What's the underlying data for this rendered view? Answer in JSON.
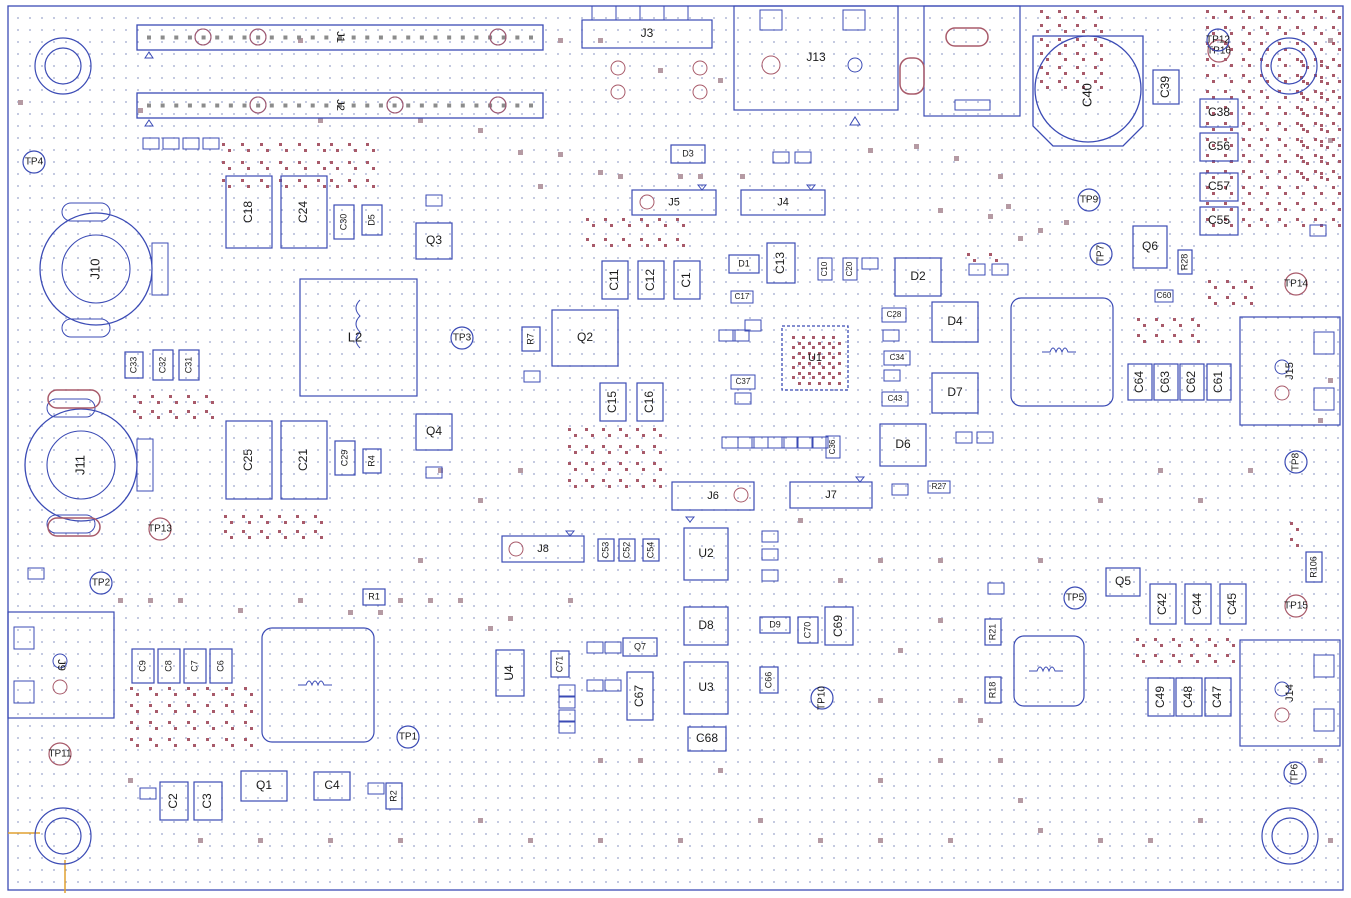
{
  "colors": {
    "outline": "#3b4bb5",
    "pad": "#a85a6a",
    "dot": "#9aa3cc",
    "via": "#b59aa3",
    "corner": "#e0a030",
    "background": "#ffffff"
  },
  "components": [
    {
      "id": "j1",
      "label": "J1"
    },
    {
      "id": "j2",
      "label": "J2"
    },
    {
      "id": "j3",
      "label": "J3"
    },
    {
      "id": "j4",
      "label": "J4"
    },
    {
      "id": "j5",
      "label": "J5"
    },
    {
      "id": "j6",
      "label": "J6"
    },
    {
      "id": "j7",
      "label": "J7"
    },
    {
      "id": "j8",
      "label": "J8"
    },
    {
      "id": "j9",
      "label": "J9"
    },
    {
      "id": "j10",
      "label": "J10"
    },
    {
      "id": "j11",
      "label": "J11"
    },
    {
      "id": "j13",
      "label": "J13"
    },
    {
      "id": "j14",
      "label": "J14"
    },
    {
      "id": "j15",
      "label": "J15"
    },
    {
      "id": "c2",
      "label": "C2"
    },
    {
      "id": "c3",
      "label": "C3"
    },
    {
      "id": "c4",
      "label": "C4"
    },
    {
      "id": "c6",
      "label": "C6"
    },
    {
      "id": "c7",
      "label": "C7"
    },
    {
      "id": "c8",
      "label": "C8"
    },
    {
      "id": "c9",
      "label": "C9"
    },
    {
      "id": "c11",
      "label": "C11"
    },
    {
      "id": "c12",
      "label": "C12"
    },
    {
      "id": "c1",
      "label": "C1"
    },
    {
      "id": "c13",
      "label": "C13"
    },
    {
      "id": "c15",
      "label": "C15"
    },
    {
      "id": "c16",
      "label": "C16"
    },
    {
      "id": "c18",
      "label": "C18"
    },
    {
      "id": "c24",
      "label": "C24"
    },
    {
      "id": "c21",
      "label": "C21"
    },
    {
      "id": "c25",
      "label": "C25"
    },
    {
      "id": "c29",
      "label": "C29"
    },
    {
      "id": "c30",
      "label": "C30"
    },
    {
      "id": "c31",
      "label": "C31"
    },
    {
      "id": "c32",
      "label": "C32"
    },
    {
      "id": "c33",
      "label": "C33"
    },
    {
      "id": "c38",
      "label": "C38"
    },
    {
      "id": "c39",
      "label": "C39"
    },
    {
      "id": "c40",
      "label": "C40"
    },
    {
      "id": "c42",
      "label": "C42"
    },
    {
      "id": "c44",
      "label": "C44"
    },
    {
      "id": "c45",
      "label": "C45"
    },
    {
      "id": "c47",
      "label": "C47"
    },
    {
      "id": "c48",
      "label": "C48"
    },
    {
      "id": "c49",
      "label": "C49"
    },
    {
      "id": "c55",
      "label": "C55"
    },
    {
      "id": "c56",
      "label": "C56"
    },
    {
      "id": "c57",
      "label": "C57"
    },
    {
      "id": "c61",
      "label": "C61"
    },
    {
      "id": "c62",
      "label": "C62"
    },
    {
      "id": "c63",
      "label": "C63"
    },
    {
      "id": "c64",
      "label": "C64"
    },
    {
      "id": "c67",
      "label": "C67"
    },
    {
      "id": "c68",
      "label": "C68"
    },
    {
      "id": "c69",
      "label": "C69"
    },
    {
      "id": "c28",
      "label": "C28"
    },
    {
      "id": "c34",
      "label": "C34"
    },
    {
      "id": "c43",
      "label": "C43"
    },
    {
      "id": "c37",
      "label": "C37"
    },
    {
      "id": "c17",
      "label": "C17"
    },
    {
      "id": "c53",
      "label": "C53"
    },
    {
      "id": "c52",
      "label": "C52"
    },
    {
      "id": "c54",
      "label": "C54"
    },
    {
      "id": "c71",
      "label": "C71"
    },
    {
      "id": "c66",
      "label": "C66"
    },
    {
      "id": "c70",
      "label": "C70"
    },
    {
      "id": "c10",
      "label": "C10"
    },
    {
      "id": "c20",
      "label": "C20"
    },
    {
      "id": "c36",
      "label": "C36"
    },
    {
      "id": "c60",
      "label": "C60"
    },
    {
      "id": "d1",
      "label": "D1"
    },
    {
      "id": "d2",
      "label": "D2"
    },
    {
      "id": "d3",
      "label": "D3"
    },
    {
      "id": "d4",
      "label": "D4"
    },
    {
      "id": "d5",
      "label": "D5"
    },
    {
      "id": "d6",
      "label": "D6"
    },
    {
      "id": "d7",
      "label": "D7"
    },
    {
      "id": "d8",
      "label": "D8"
    },
    {
      "id": "d9",
      "label": "D9"
    },
    {
      "id": "q1",
      "label": "Q1"
    },
    {
      "id": "q2",
      "label": "Q2"
    },
    {
      "id": "q3",
      "label": "Q3"
    },
    {
      "id": "q4",
      "label": "Q4"
    },
    {
      "id": "q5",
      "label": "Q5"
    },
    {
      "id": "q6",
      "label": "Q6"
    },
    {
      "id": "q7",
      "label": "Q7"
    },
    {
      "id": "u1",
      "label": "U1"
    },
    {
      "id": "u2",
      "label": "U2"
    },
    {
      "id": "u3",
      "label": "U3"
    },
    {
      "id": "u4",
      "label": "U4"
    },
    {
      "id": "l2",
      "label": "L2"
    },
    {
      "id": "r1",
      "label": "R1"
    },
    {
      "id": "r2",
      "label": "R2"
    },
    {
      "id": "r4",
      "label": "R4"
    },
    {
      "id": "r7",
      "label": "R7"
    },
    {
      "id": "r18",
      "label": "R18"
    },
    {
      "id": "r21",
      "label": "R21"
    },
    {
      "id": "r27",
      "label": "R27"
    },
    {
      "id": "r28",
      "label": "R28"
    },
    {
      "id": "r106",
      "label": "R106"
    },
    {
      "id": "tp1",
      "label": "TP1"
    },
    {
      "id": "tp2",
      "label": "TP2"
    },
    {
      "id": "tp3",
      "label": "TP3"
    },
    {
      "id": "tp4",
      "label": "TP4"
    },
    {
      "id": "tp5",
      "label": "TP5"
    },
    {
      "id": "tp6",
      "label": "TP6"
    },
    {
      "id": "tp7",
      "label": "TP7"
    },
    {
      "id": "tp8",
      "label": "TP8"
    },
    {
      "id": "tp9",
      "label": "TP9"
    },
    {
      "id": "tp10",
      "label": "TP10"
    },
    {
      "id": "tp11",
      "label": "TP11"
    },
    {
      "id": "tp12",
      "label": "TP12"
    },
    {
      "id": "tp13",
      "label": "TP13"
    },
    {
      "id": "tp14",
      "label": "TP14"
    },
    {
      "id": "tp15",
      "label": "TP15"
    },
    {
      "id": "tp16",
      "label": "TP16"
    },
    {
      "id": "tp7b",
      "label": "TP7"
    },
    {
      "id": "tp9b",
      "label": "TP9"
    },
    {
      "id": "tp10b",
      "label": "TP10"
    },
    {
      "id": "tp6b",
      "label": "TP6"
    },
    {
      "id": "tp6c",
      "label": "TP6"
    }
  ]
}
